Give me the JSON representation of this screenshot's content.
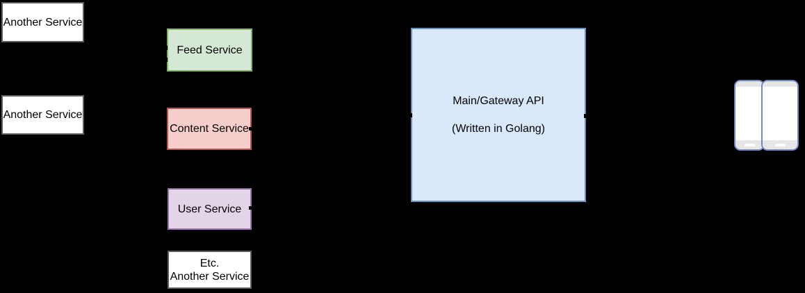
{
  "diagram": {
    "type": "architecture-diagram",
    "background_color": "#000000",
    "nodes": {
      "another1": {
        "label": "Another Service",
        "fill": "#ffffff",
        "border": "#5f5f5f"
      },
      "another2": {
        "label": "Another Service",
        "fill": "#ffffff",
        "border": "#5f5f5f"
      },
      "feed": {
        "label": "Feed Service",
        "fill": "#d5e8d4",
        "border": "#82b366"
      },
      "content": {
        "label": "Content Service",
        "fill": "#f8cecc",
        "border": "#b85450"
      },
      "user": {
        "label": "User Service",
        "fill": "#e1d5e7",
        "border": "#9673a6"
      },
      "etc": {
        "line1": "Etc.",
        "line2": "Another Service",
        "fill": "#ffffff",
        "border": "#5f5f5f"
      },
      "gateway": {
        "line1": "Main/Gateway API",
        "line2": "(Written in Golang)",
        "fill": "#dae8fc",
        "border": "#6c8ebf"
      }
    },
    "devices": {
      "icons": [
        "smartphone-icon",
        "smartphone-icon"
      ],
      "border": "#7388c4",
      "chrome": "#e6e6e6"
    }
  }
}
